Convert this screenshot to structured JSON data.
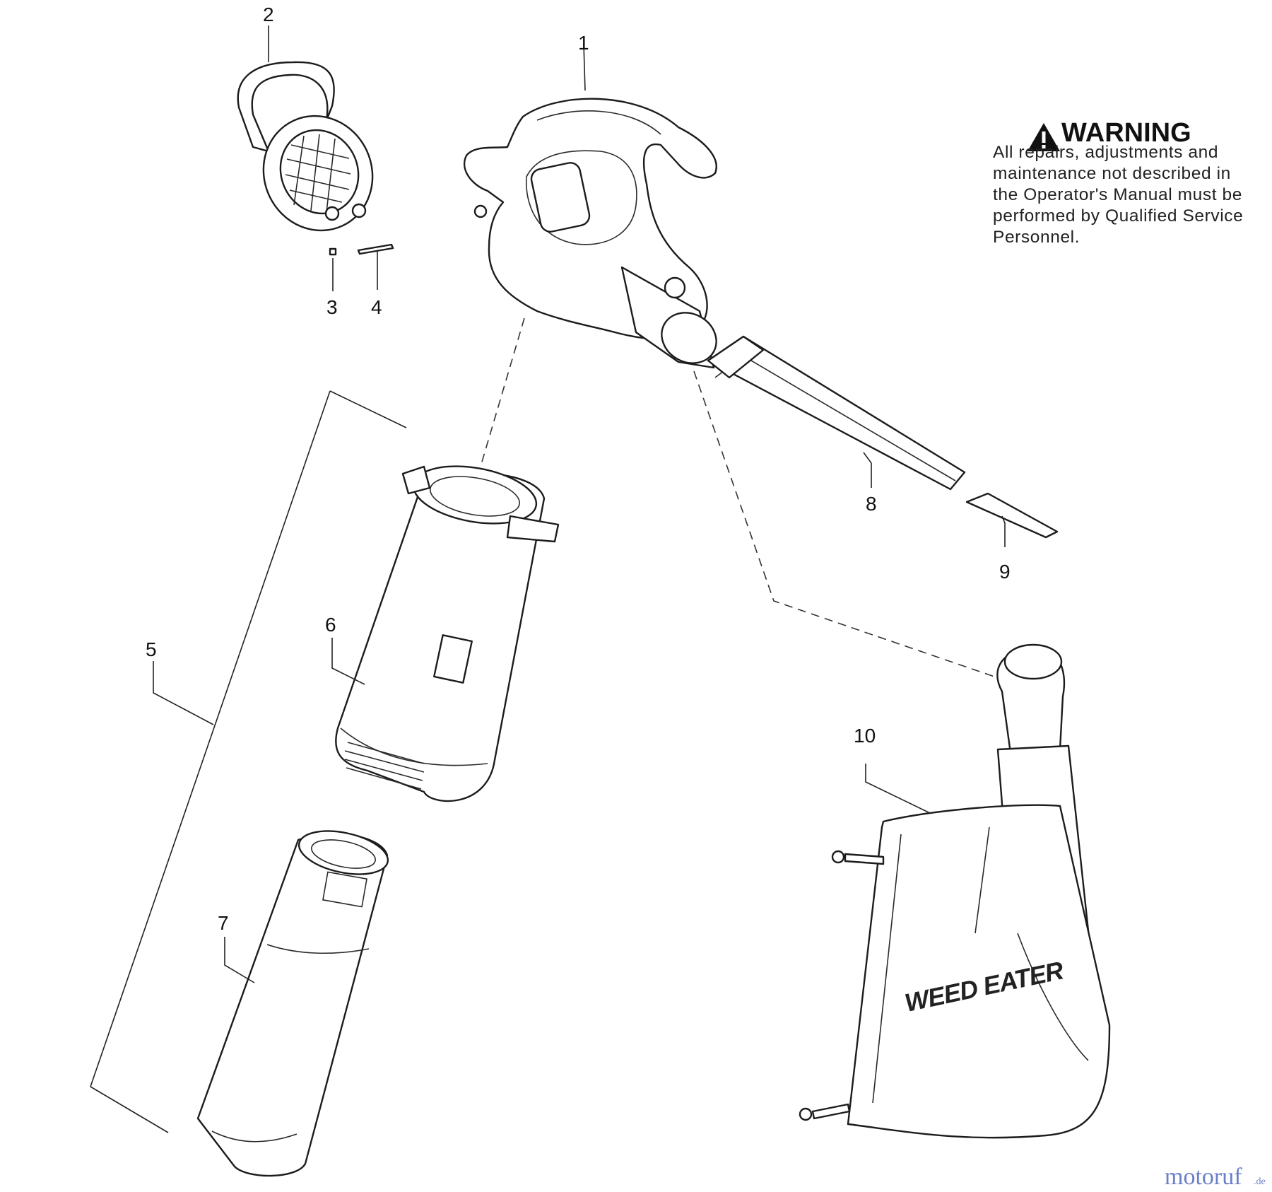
{
  "callouts": [
    "1",
    "2",
    "3",
    "4",
    "5",
    "6",
    "7",
    "8",
    "9",
    "10"
  ],
  "warning": {
    "title": "WARNING",
    "lines": [
      "All repairs, adjustments and",
      "maintenance not described in",
      "the Operator's Manual must be",
      "performed by Qualified Service",
      "Personnel."
    ]
  },
  "bag_brand": "WEED EATER",
  "watermark": {
    "main": "motoruf",
    "suffix": ".de"
  },
  "colors": {
    "line": "#1c1c1c",
    "watermark": "#6a7fc8"
  },
  "icons": [
    "warning-triangle-icon"
  ]
}
